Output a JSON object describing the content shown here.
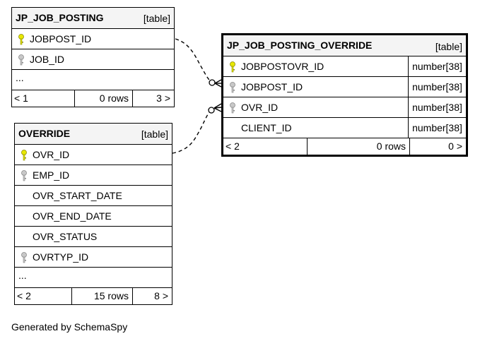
{
  "tables": {
    "jp_job_posting": {
      "name": "JP_JOB_POSTING",
      "kind": "[table]",
      "columns": [
        {
          "name": "JOBPOST_ID",
          "key": "primary"
        },
        {
          "name": "JOB_ID",
          "key": "foreign"
        }
      ],
      "more": "...",
      "footer": {
        "left": "< 1",
        "rows": "0 rows",
        "right": "3 >"
      }
    },
    "override": {
      "name": "OVERRIDE",
      "kind": "[table]",
      "columns": [
        {
          "name": "OVR_ID",
          "key": "primary"
        },
        {
          "name": "EMP_ID",
          "key": "foreign"
        },
        {
          "name": "OVR_START_DATE",
          "key": "none"
        },
        {
          "name": "OVR_END_DATE",
          "key": "none"
        },
        {
          "name": "OVR_STATUS",
          "key": "none"
        },
        {
          "name": "OVRTYP_ID",
          "key": "foreign"
        }
      ],
      "more": "...",
      "footer": {
        "left": "< 2",
        "rows": "15 rows",
        "right": "8 >"
      }
    },
    "jp_job_posting_override": {
      "name": "JP_JOB_POSTING_OVERRIDE",
      "kind": "[table]",
      "columns": [
        {
          "name": "JOBPOSTOVR_ID",
          "key": "primary",
          "type": "number[38]"
        },
        {
          "name": "JOBPOST_ID",
          "key": "foreign",
          "type": "number[38]"
        },
        {
          "name": "OVR_ID",
          "key": "foreign",
          "type": "number[38]"
        },
        {
          "name": "CLIENT_ID",
          "key": "none",
          "type": "number[38]"
        }
      ],
      "footer": {
        "left": "< 2",
        "rows": "0 rows",
        "right": "0 >"
      }
    }
  },
  "relationships": [
    {
      "from": "JP_JOB_POSTING.JOBPOST_ID",
      "to": "JP_JOB_POSTING_OVERRIDE.JOBPOST_ID"
    },
    {
      "from": "OVERRIDE.OVR_ID",
      "to": "JP_JOB_POSTING_OVERRIDE.OVR_ID"
    }
  ],
  "colors": {
    "primary_key": "#e8e800",
    "foreign_key": "#b0b0b0",
    "header_bg": "#f4f4f4"
  },
  "caption": "Generated by SchemaSpy"
}
